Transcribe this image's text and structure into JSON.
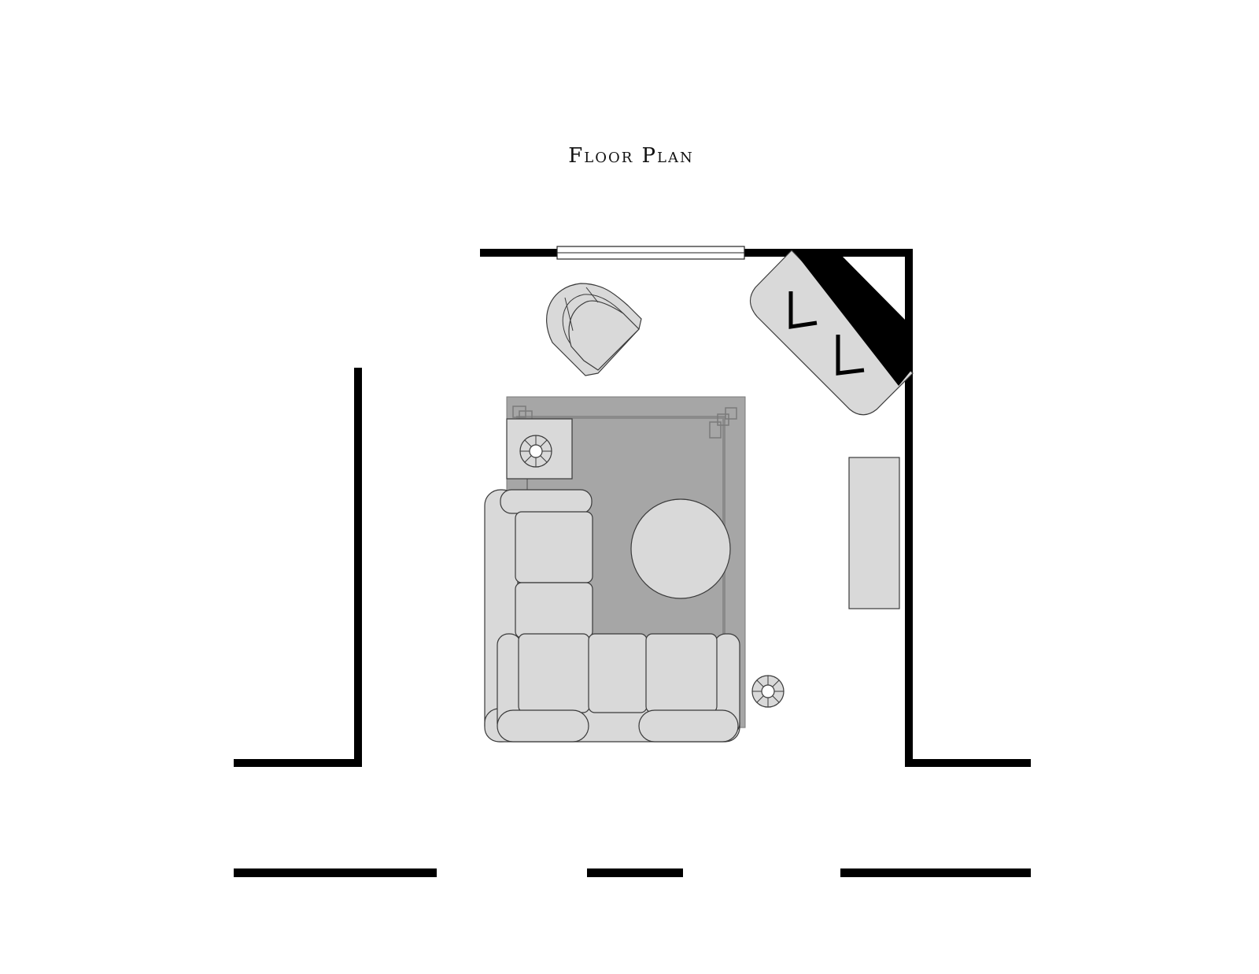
{
  "title": "Floor Plan",
  "colors": {
    "wall": "#000000",
    "furniture_fill": "#d9d9d9",
    "rug": "#a6a6a6",
    "outline": "#3a3a3a",
    "background": "#ffffff"
  },
  "elements": [
    "exterior-walls",
    "window",
    "armchair",
    "angled-desk",
    "area-rug",
    "side-table-with-lamp",
    "sectional-sofa",
    "round-coffee-table",
    "media-console",
    "floor-lamp"
  ]
}
